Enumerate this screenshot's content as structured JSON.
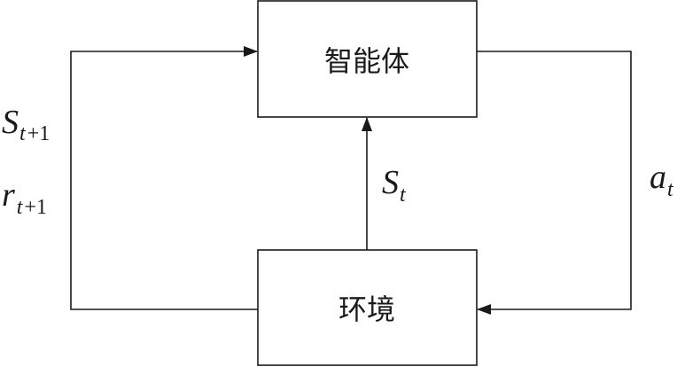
{
  "agent_label": "智能体",
  "environment_label": "环境",
  "state_t": {
    "main": "S",
    "sub": "t"
  },
  "action_t": {
    "main": "a",
    "sub": "t"
  },
  "next_state": {
    "main": "S",
    "sub_var": "t",
    "sub_rest": "+1"
  },
  "next_reward": {
    "main": "r",
    "sub_var": "t",
    "sub_rest": "+1"
  }
}
